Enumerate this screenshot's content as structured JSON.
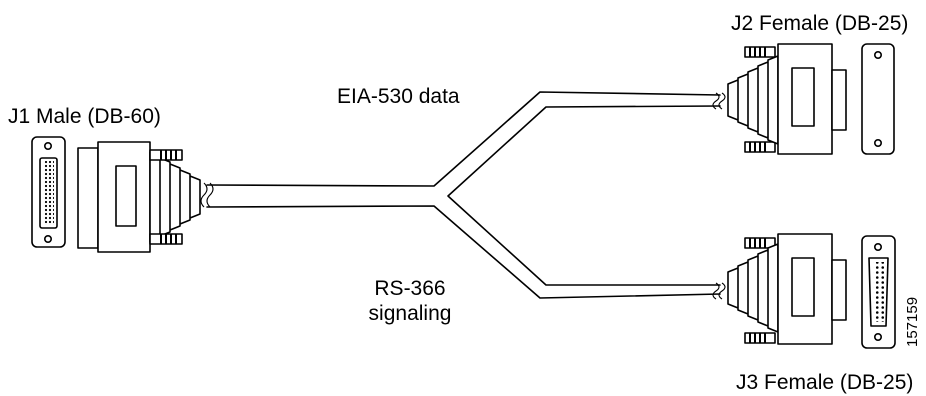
{
  "labels": {
    "j1": "J1 Male (DB-60)",
    "j2": "J2 Female (DB-25)",
    "j3": "J3 Female (DB-25)",
    "data_line": "EIA-530 data",
    "signal_line_1": "RS-366",
    "signal_line_2": "signaling",
    "figure_id": "157159"
  }
}
